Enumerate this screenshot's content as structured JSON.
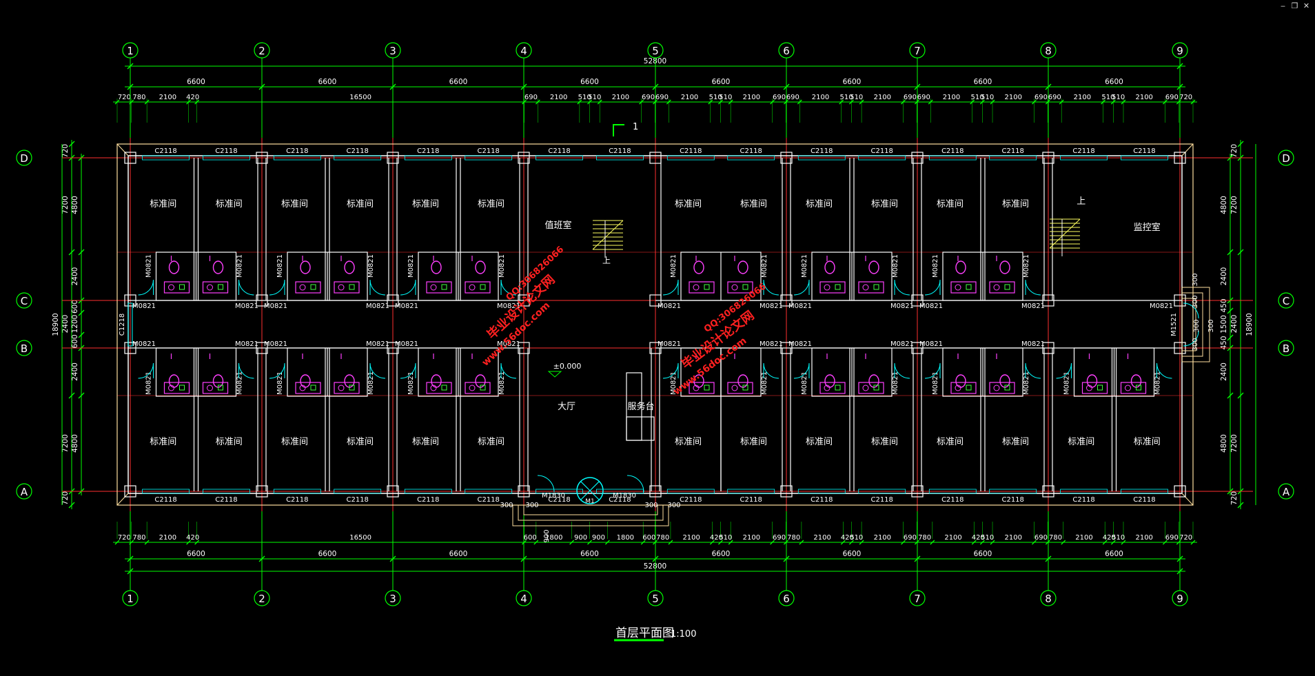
{
  "drawing": {
    "title": "首层平面图",
    "scale": "1:100",
    "section_mark": "1"
  },
  "grid": {
    "columns": [
      "1",
      "2",
      "3",
      "4",
      "5",
      "6",
      "7",
      "8",
      "9"
    ],
    "rows": [
      "A",
      "B",
      "C",
      "D"
    ]
  },
  "dimensions": {
    "overall_length": "52800",
    "overall_depth": "18900",
    "bay": "6600",
    "top_detail": [
      "720",
      "780",
      "2100",
      "420",
      "16500",
      "690",
      "2100",
      "510",
      "510",
      "2100",
      "690",
      "690",
      "2100",
      "510",
      "510",
      "2100",
      "690",
      "690",
      "2100",
      "510",
      "510",
      "2100",
      "690",
      "690",
      "2100",
      "510",
      "510",
      "2100",
      "690",
      "690",
      "2100",
      "510",
      "510",
      "2100",
      "690",
      "720"
    ],
    "bottom_detail": [
      "720",
      "780",
      "2100",
      "420",
      "16500",
      "600",
      "1800",
      "900",
      "900",
      "1800",
      "600",
      "780",
      "2100",
      "420",
      "510",
      "2100",
      "690",
      "780",
      "2100",
      "420",
      "510",
      "2100",
      "690",
      "780",
      "2100",
      "420",
      "510",
      "2100",
      "690",
      "780",
      "2100",
      "420",
      "510",
      "2100",
      "690",
      "720"
    ],
    "left_outer": [
      "720",
      "7200",
      "2400",
      "7200",
      "720"
    ],
    "left_inner": [
      "4800",
      "2400",
      "600",
      "1200",
      "600",
      "2400",
      "4800"
    ],
    "right_outer": [
      "720",
      "7200",
      "2400",
      "7200",
      "720"
    ],
    "right_inner": [
      "4800",
      "2400",
      "450",
      "1500",
      "450",
      "2400",
      "4800"
    ],
    "entrance_side": [
      "300",
      "300",
      "300",
      "300"
    ],
    "entrance_front": [
      "300",
      "300",
      "300",
      "300",
      "900"
    ],
    "overall_right": "18900"
  },
  "rooms": {
    "standard_room": "标准间",
    "duty_room": "值班室",
    "monitor_room": "监控室",
    "lobby": "大厅",
    "service_desk": "服务台",
    "stair_up": "上",
    "floor_level": "±0.000"
  },
  "labels": {
    "window": "C2118",
    "door": "M0821",
    "entrance_door": "M1830",
    "entrance_main": "M1",
    "side_door": "M1521",
    "left_window": "C1218"
  },
  "watermarks": [
    {
      "line1": "毕业设计论文网",
      "line2": "www.56doc.com",
      "line3": "QQ:306826066"
    },
    {
      "line1": "毕业设计论文网",
      "line2": "www.56doc.com",
      "line3": "QQ:306826066"
    }
  ],
  "colors": {
    "background": "#000000",
    "grid_axis": "#ff3030",
    "dimension": "#00ff00",
    "wall": "#ffffff",
    "fixture": "#ff40ff",
    "door": "#00ffff",
    "stair": "#ffff60",
    "watermark": "#ff2020"
  },
  "window_controls": [
    "minimize-icon",
    "restore-icon",
    "close-icon"
  ]
}
